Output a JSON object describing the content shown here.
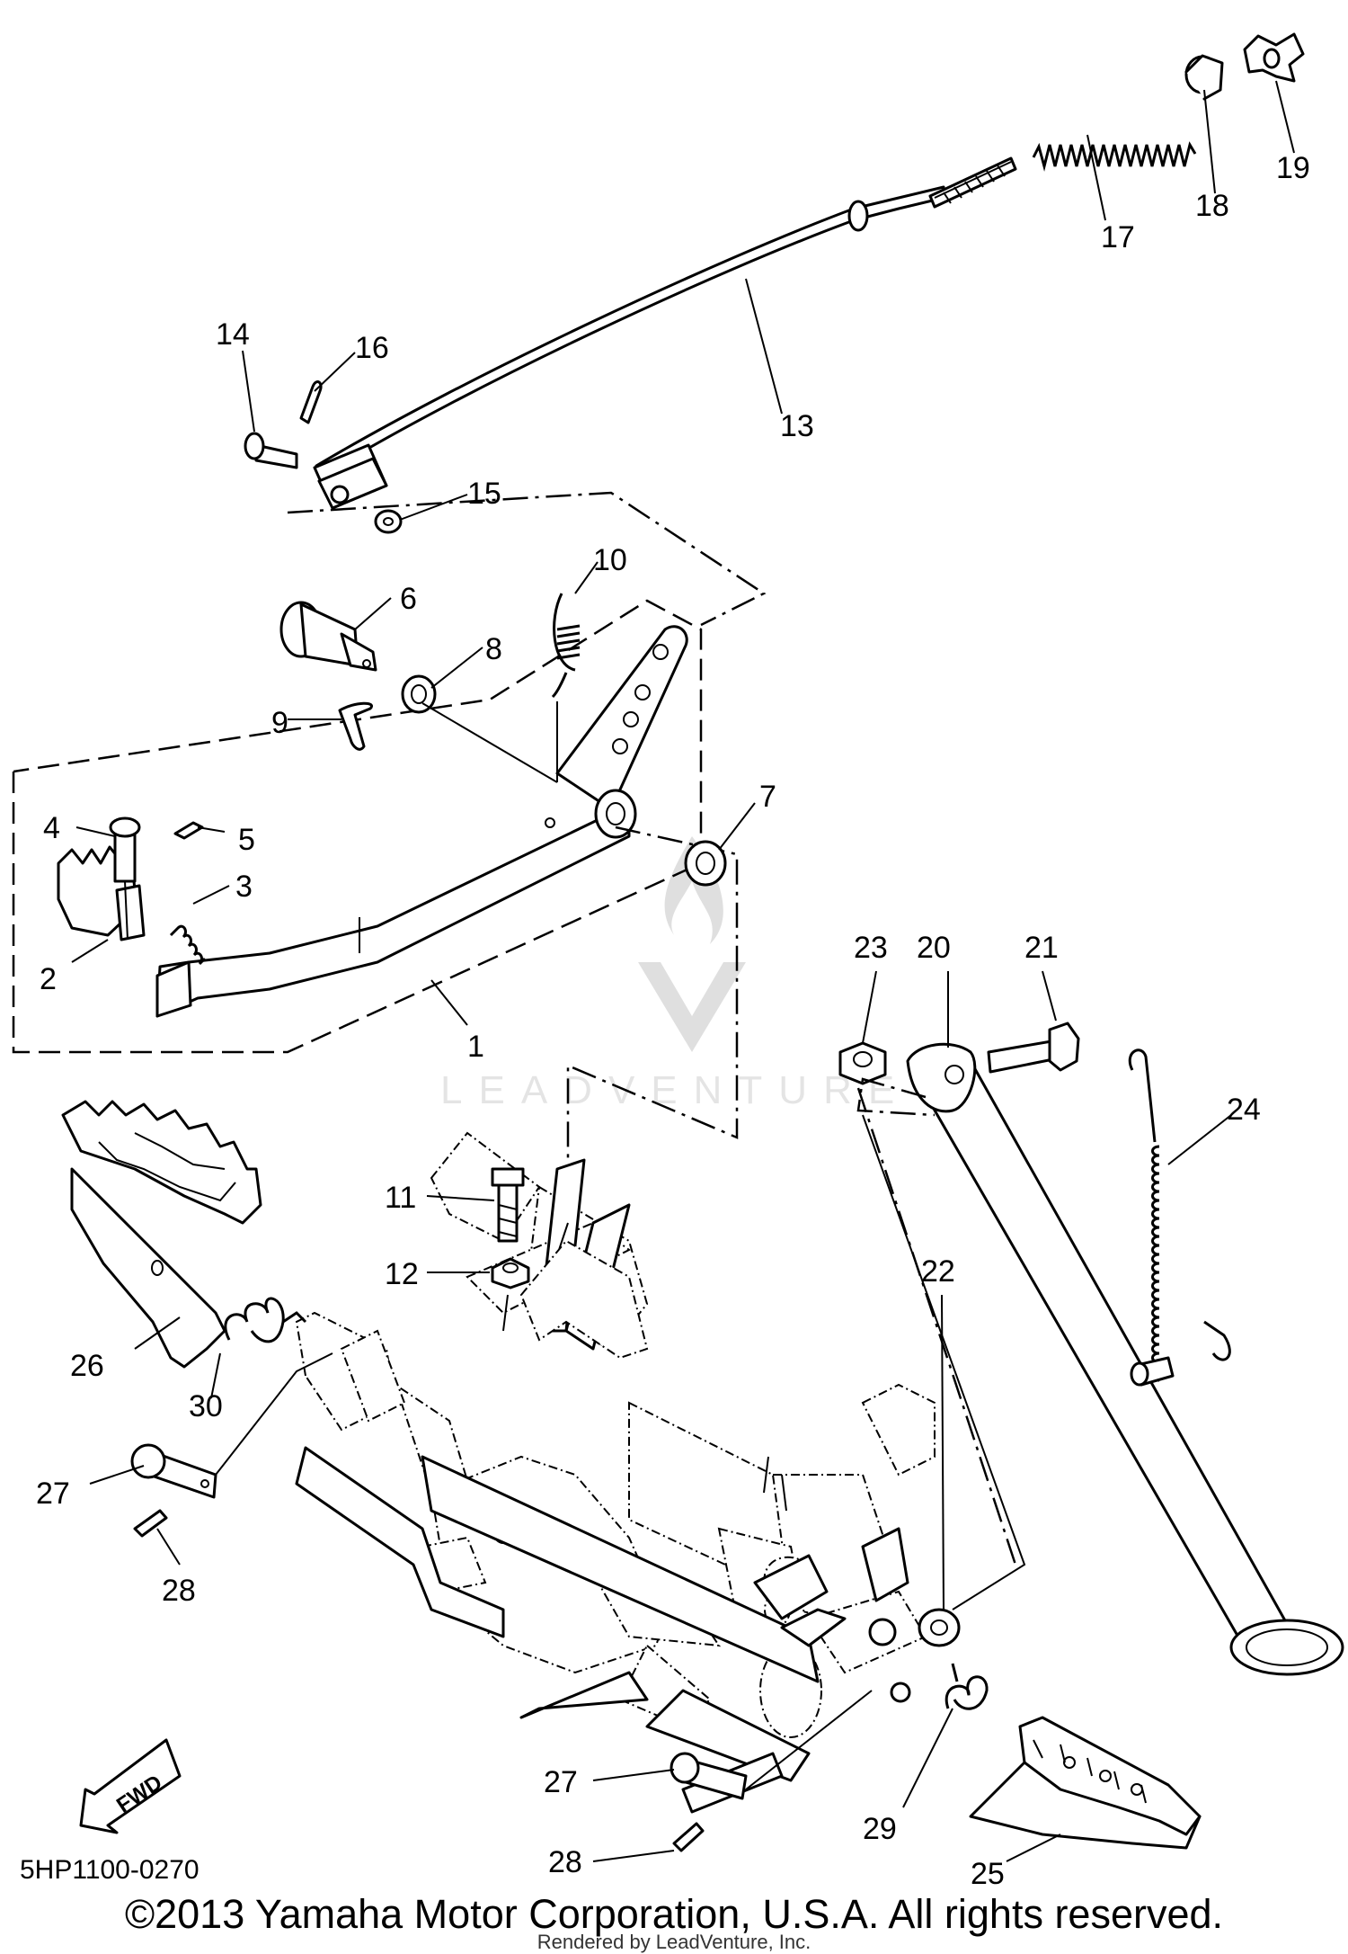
{
  "diagram": {
    "code": "5HP1100-0270",
    "fwd_label": "FWD",
    "callouts": [
      {
        "id": "1",
        "label": "1"
      },
      {
        "id": "2",
        "label": "2"
      },
      {
        "id": "3",
        "label": "3"
      },
      {
        "id": "4",
        "label": "4"
      },
      {
        "id": "5",
        "label": "5"
      },
      {
        "id": "6",
        "label": "6"
      },
      {
        "id": "7",
        "label": "7"
      },
      {
        "id": "8",
        "label": "8"
      },
      {
        "id": "9",
        "label": "9"
      },
      {
        "id": "10",
        "label": "10"
      },
      {
        "id": "11",
        "label": "11"
      },
      {
        "id": "12",
        "label": "12"
      },
      {
        "id": "13",
        "label": "13"
      },
      {
        "id": "14",
        "label": "14"
      },
      {
        "id": "15",
        "label": "15"
      },
      {
        "id": "16",
        "label": "16"
      },
      {
        "id": "17",
        "label": "17"
      },
      {
        "id": "18",
        "label": "18"
      },
      {
        "id": "19",
        "label": "19"
      },
      {
        "id": "20",
        "label": "20"
      },
      {
        "id": "21",
        "label": "21"
      },
      {
        "id": "22",
        "label": "22"
      },
      {
        "id": "23",
        "label": "23"
      },
      {
        "id": "24",
        "label": "24"
      },
      {
        "id": "25",
        "label": "25"
      },
      {
        "id": "26",
        "label": "26"
      },
      {
        "id": "27a",
        "label": "27"
      },
      {
        "id": "27b",
        "label": "27"
      },
      {
        "id": "28a",
        "label": "28"
      },
      {
        "id": "28b",
        "label": "28"
      },
      {
        "id": "29",
        "label": "29"
      },
      {
        "id": "30",
        "label": "30"
      }
    ]
  },
  "watermark": {
    "text": "LEADVENTURE"
  },
  "footer": {
    "copyright": "©2013 Yamaha Motor Corporation, U.S.A. All rights reserved.",
    "rendered_by": "Rendered by LeadVenture, Inc."
  }
}
